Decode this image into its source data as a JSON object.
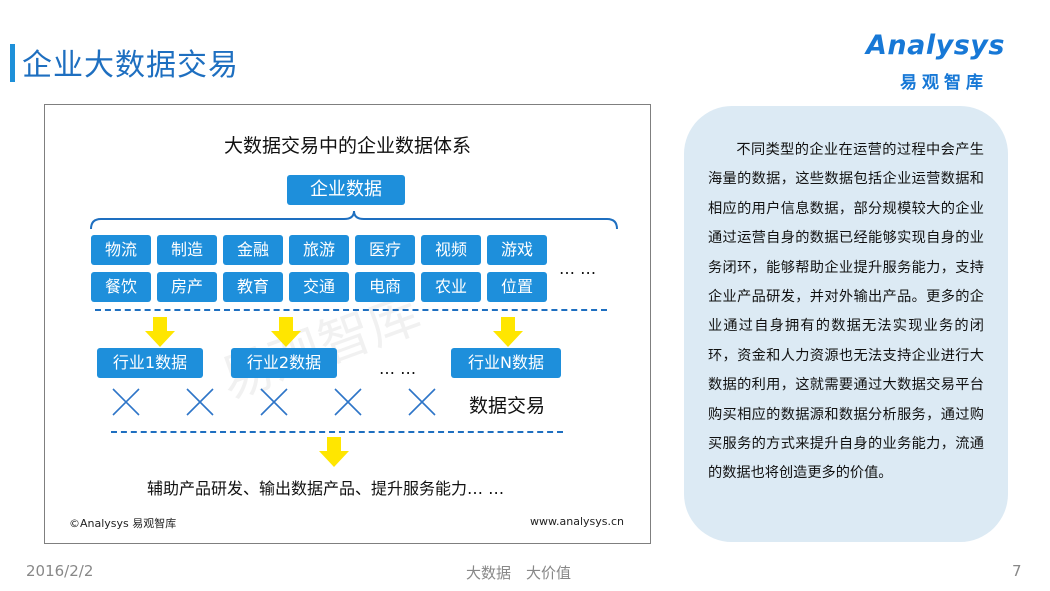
{
  "header": {
    "title": "企业大数据交易",
    "logo_text": "Analysys",
    "logo_subtitle": "易观智库",
    "accent_color": "#1E90D9"
  },
  "diagram": {
    "title": "大数据交易中的企业数据体系",
    "root": "企业数据",
    "categories_row1": [
      "物流",
      "制造",
      "金融",
      "旅游",
      "医疗",
      "视频",
      "游戏"
    ],
    "categories_row2": [
      "餐饮",
      "房产",
      "教育",
      "交通",
      "电商",
      "农业",
      "位置"
    ],
    "categories_more": "… …",
    "industries": [
      "行业1数据",
      "行业2数据",
      "行业N数据"
    ],
    "industries_more": "… …",
    "trade_label": "数据交易",
    "result": "辅助产品研发、输出数据产品、提升服务能力… …",
    "copyright": "©Analysys 易观智库",
    "website": "www.analysys.cn",
    "box_color": "#1E8FDB",
    "arrow_color": "#FFE600"
  },
  "description": "不同类型的企业在运营的过程中会产生海量的数据，这些数据包括企业运营数据和相应的用户信息数据，部分规模较大的企业通过运营自身的数据已经能够实现自身的业务闭环，能够帮助企业提升服务能力，支持企业产品研发，并对外输出产品。更多的企业通过自身拥有的数据无法实现业务的闭环，资金和人力资源也无法支持企业进行大数据的利用，这就需要通过大数据交易平台购买相应的数据源和数据分析服务，通过购买服务的方式来提升自身的业务能力，流通的数据也将创造更多的价值。",
  "footer": {
    "date": "2016/2/2",
    "slogan": "大数据　大价值",
    "page": "7"
  }
}
